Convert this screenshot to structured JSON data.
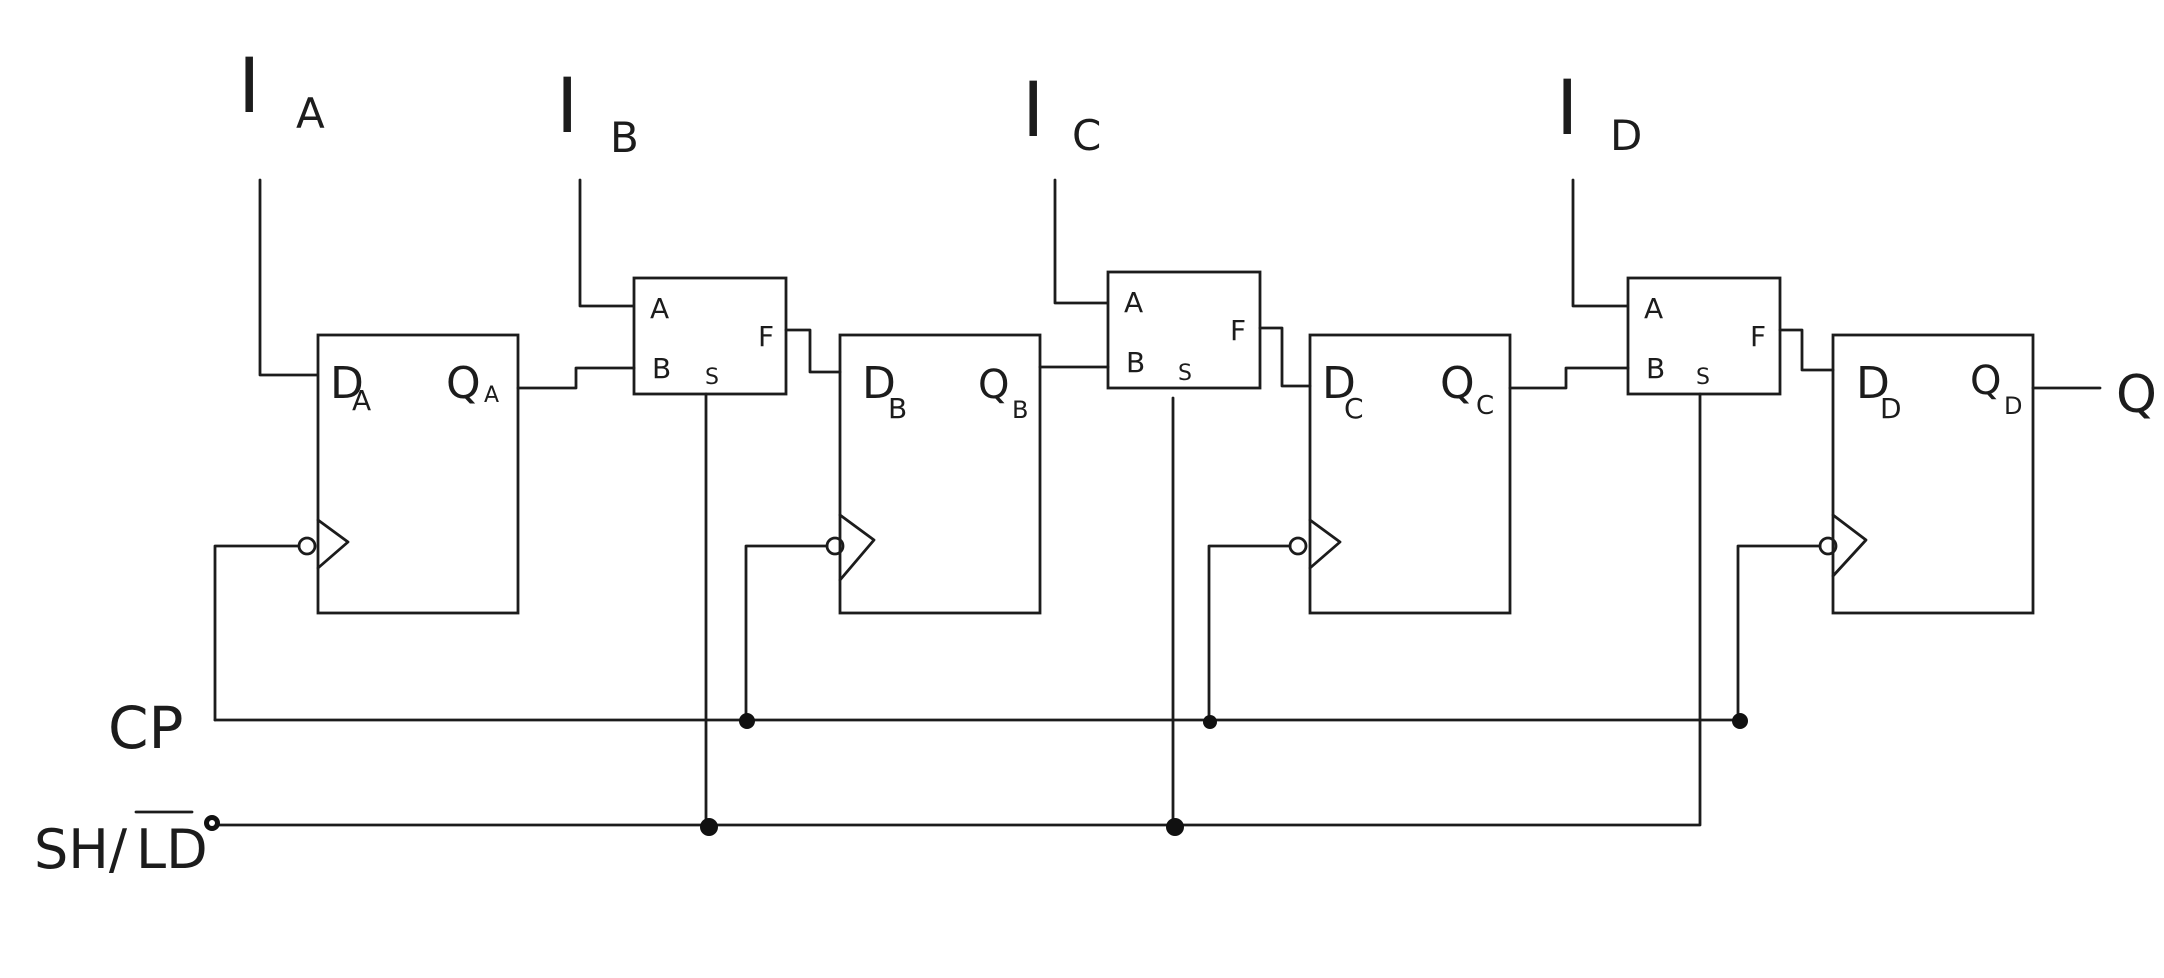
{
  "inputs": {
    "a": {
      "main": "I",
      "sub": "A"
    },
    "b": {
      "main": "I",
      "sub": "B"
    },
    "c": {
      "main": "I",
      "sub": "C"
    },
    "d": {
      "main": "I",
      "sub": "D"
    }
  },
  "flipflops": [
    {
      "d_main": "D",
      "d_sub": "A",
      "q_main": "Q",
      "q_sub": "A"
    },
    {
      "d_main": "D",
      "d_sub": "B",
      "q_main": "Q",
      "q_sub": "B"
    },
    {
      "d_main": "D",
      "d_sub": "C",
      "q_main": "Q",
      "q_sub": "C"
    },
    {
      "d_main": "D",
      "d_sub": "D",
      "q_main": "Q",
      "q_sub": "D"
    }
  ],
  "muxes": [
    {
      "a": "A",
      "b": "B",
      "s": "S",
      "f": "F"
    },
    {
      "a": "A",
      "b": "B",
      "s": "S",
      "f": "F"
    },
    {
      "a": "A",
      "b": "B",
      "s": "S",
      "f": "F"
    }
  ],
  "signals": {
    "clock": "CP",
    "shift_load": "SH/",
    "shift_load_bar": "LD",
    "output": "Q"
  }
}
